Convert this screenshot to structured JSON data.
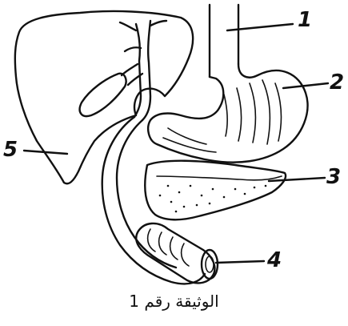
{
  "labels": {
    "l1": "1",
    "l2": "2",
    "l3": "3",
    "l4": "4",
    "l5": "5"
  },
  "caption": "الوثيقة رقم 1",
  "colors": {
    "ink": "#111111",
    "background": "#ffffff"
  }
}
